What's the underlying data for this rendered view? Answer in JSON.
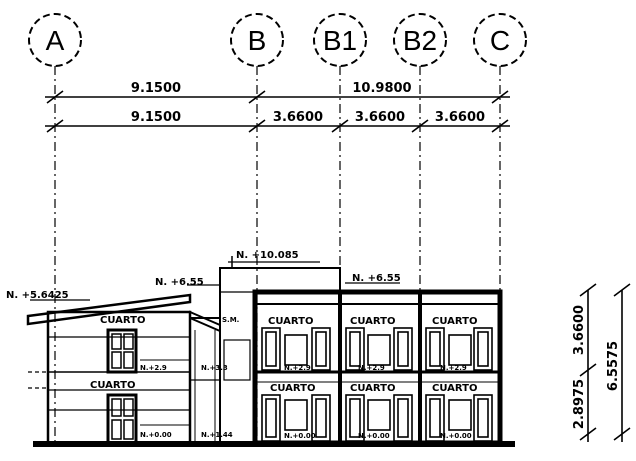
{
  "axes": {
    "a": "A",
    "b": "B",
    "b1": "B1",
    "b2": "B2",
    "c": "C"
  },
  "dimensions": {
    "top_ab": "9.1500",
    "top_bc": "10.9800",
    "second_ab": "9.1500",
    "second_b_b1": "3.6600",
    "second_b1_b2": "3.6600",
    "second_b2_c": "3.6600",
    "vertical_lower": "2.8975",
    "vertical_upper": "3.6600",
    "vertical_total": "6.5575"
  },
  "levels": {
    "left_roof": "N. +5.6425",
    "mid_roof": "N. +6.55",
    "top": "N. +10.085",
    "right_roof": "N. +6.55",
    "left_mid_floor": "N.+2.9",
    "left_ground": "N.+0.00",
    "stair_mid": "N.+3.3",
    "stair_ground": "N.+1.44",
    "right_mid_1": "N.+2.9",
    "right_mid_2": "N.+2.9",
    "right_mid_3": "N.+2.9",
    "right_ground_1": "N.+0.00",
    "right_ground_2": "N.+0.00",
    "right_ground_3": "N.+0.00"
  },
  "rooms": {
    "left_upper": "CUARTO",
    "left_lower": "CUARTO",
    "r1_upper": "CUARTO",
    "r2_upper": "CUARTO",
    "r3_upper": "CUARTO",
    "r1_lower": "CUARTO",
    "r2_lower": "CUARTO",
    "r3_lower": "CUARTO"
  },
  "misc": {
    "stair_label": "S.M."
  }
}
